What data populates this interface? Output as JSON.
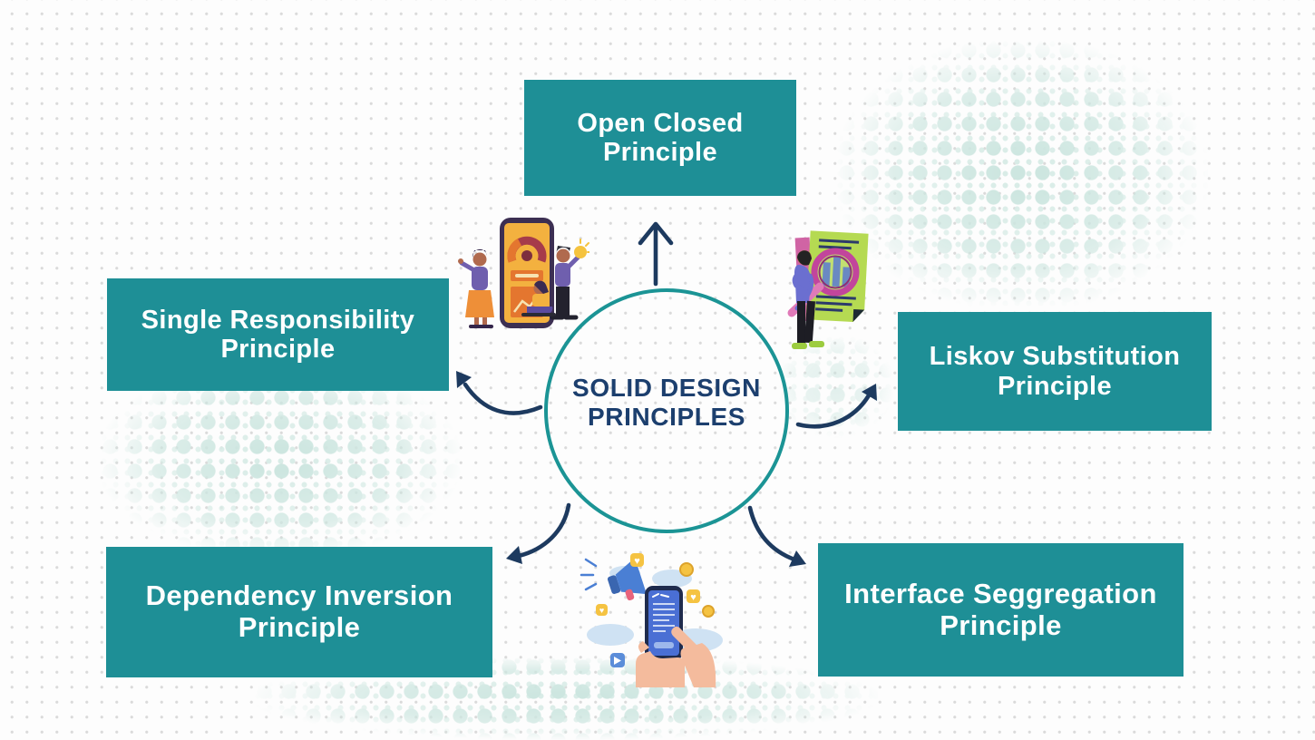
{
  "diagram": {
    "title": "SOLID DESIGN PRINCIPLES",
    "center": {
      "line1": "SOLID DESIGN",
      "line2": "PRINCIPLES"
    },
    "principles": [
      {
        "id": "open-closed",
        "line1": "Open Closed",
        "line2": "Principle",
        "position": "top"
      },
      {
        "id": "single-responsibility",
        "line1": "Single Responsibility",
        "line2": "Principle",
        "position": "left"
      },
      {
        "id": "liskov-substitution",
        "line1": "Liskov Substitution",
        "line2": "Principle",
        "position": "right"
      },
      {
        "id": "dependency-inversion",
        "line1": "Dependency Inversion",
        "line2": "Principle",
        "position": "bottom-left"
      },
      {
        "id": "interface-seggregation",
        "line1": "Interface Seggregation",
        "line2": "Principle",
        "position": "bottom-right"
      }
    ],
    "arrows": [
      {
        "from": "center",
        "to": "open-closed"
      },
      {
        "from": "center",
        "to": "single-responsibility"
      },
      {
        "from": "center",
        "to": "liskov-substitution"
      },
      {
        "from": "center",
        "to": "dependency-inversion"
      },
      {
        "from": "center",
        "to": "interface-seggregation"
      }
    ],
    "colors": {
      "box_teal": "#1e8f96",
      "circle_border_teal": "#1b9495",
      "center_text_navy": "#1c3f6e",
      "arrow_navy": "#1d3a5f",
      "background": "#fdfdfd",
      "dot_grid_gray": "#dadada",
      "halftone_mint": "#cde6e0"
    },
    "illustrations": [
      {
        "name": "team-analytics-phone",
        "position": "upper-left-of-circle"
      },
      {
        "name": "document-magnifier-analysis",
        "position": "upper-right-of-circle"
      },
      {
        "name": "hands-phone-social-engagement",
        "position": "below-circle"
      }
    ]
  }
}
